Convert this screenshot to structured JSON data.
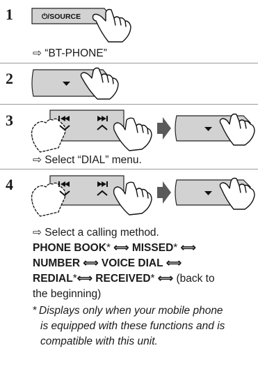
{
  "steps": [
    {
      "number": "1",
      "button_label": "⏻/SOURCE",
      "result": "⇨ “BT-PHONE”"
    },
    {
      "number": "2"
    },
    {
      "number": "3",
      "result": "⇨ Select “DIAL” menu."
    },
    {
      "number": "4",
      "result": "⇨ Select a calling method."
    }
  ],
  "arrow": "⟺",
  "cycle": {
    "line1": {
      "a": "PHONE BOOK",
      "a_star": "*",
      "b": "MISSED",
      "b_star": "*"
    },
    "line2": {
      "a": "NUMBER",
      "b": "VOICE DIAL"
    },
    "line3": {
      "a": "REDIAL",
      "a_star": "*",
      "b": "RECEIVED",
      "b_star": "*",
      "tail": "(back to"
    },
    "line4": "the beginning)"
  },
  "footnote": {
    "mark": "*",
    "line1": "Displays only when your mobile phone",
    "line2": "is equipped with these functions and is",
    "line3": "compatible with this unit."
  },
  "icons": [
    "pointing-hand-icon",
    "down-triangle-icon",
    "skip-previous-icon",
    "skip-next-icon",
    "right-arrow-icon"
  ]
}
